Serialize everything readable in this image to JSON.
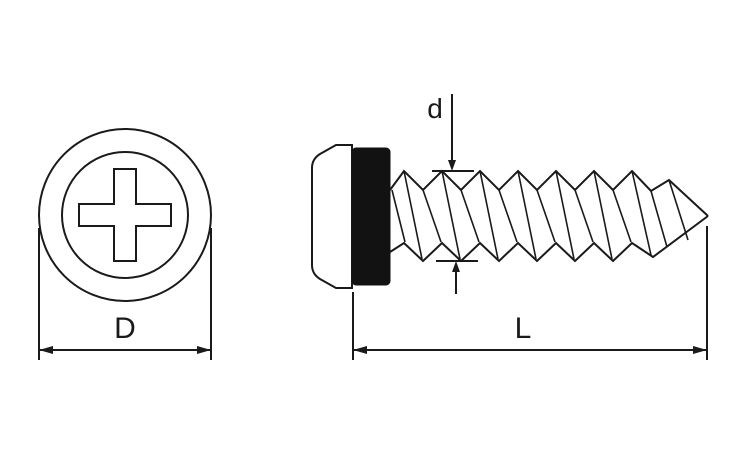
{
  "colors": {
    "line": "#1a1a1a",
    "washer_fill": "#121212",
    "background": "#ffffff"
  },
  "diagram": {
    "labels": {
      "head_diameter": "D",
      "thread_diameter": "d",
      "screw_length": "L"
    }
  }
}
